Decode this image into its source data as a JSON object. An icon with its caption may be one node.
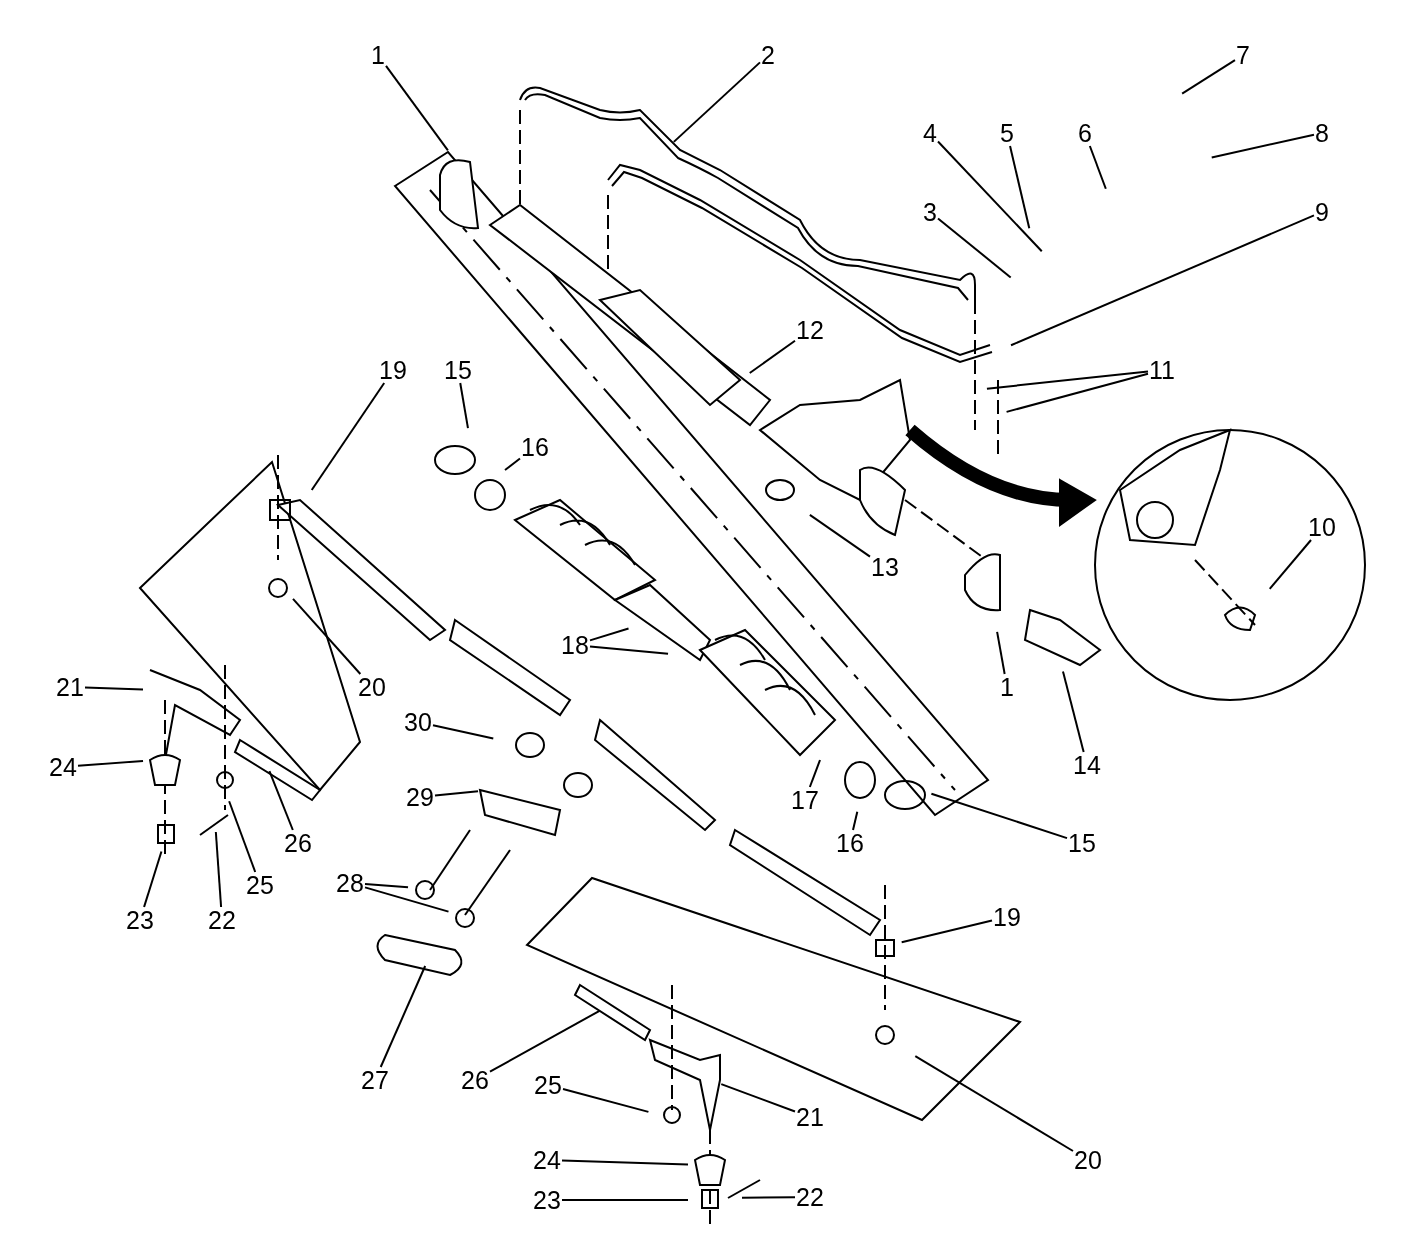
{
  "diagram": {
    "nodes": [
      {
        "text": [
          "1"
        ]
      },
      {
        "text": [
          "2"
        ]
      },
      {
        "text": [
          "7"
        ]
      },
      {
        "text": [
          "8"
        ]
      },
      {
        "text": [
          "4"
        ]
      },
      {
        "text": [
          "5"
        ]
      },
      {
        "text": [
          "6"
        ]
      },
      {
        "text": [
          "3"
        ]
      },
      {
        "text": [
          "9"
        ]
      },
      {
        "text": [
          "12"
        ]
      },
      {
        "text": [
          "11"
        ]
      },
      {
        "text": [
          "19"
        ]
      },
      {
        "text": [
          "15"
        ]
      },
      {
        "text": [
          "16"
        ]
      },
      {
        "text": [
          "10"
        ]
      },
      {
        "text": [
          "13"
        ]
      },
      {
        "text": [
          "18"
        ]
      },
      {
        "text": [
          "1"
        ]
      },
      {
        "text": [
          "21"
        ]
      },
      {
        "text": [
          "20"
        ]
      },
      {
        "text": [
          "14"
        ]
      },
      {
        "text": [
          "30"
        ]
      },
      {
        "text": [
          "24"
        ]
      },
      {
        "text": [
          "17"
        ]
      },
      {
        "text": [
          "29"
        ]
      },
      {
        "text": [
          "26"
        ]
      },
      {
        "text": [
          "16"
        ]
      },
      {
        "text": [
          "15"
        ]
      },
      {
        "text": [
          "25"
        ]
      },
      {
        "text": [
          "28"
        ]
      },
      {
        "text": [
          "23"
        ]
      },
      {
        "text": [
          "22"
        ]
      },
      {
        "text": [
          "19"
        ]
      },
      {
        "text": [
          "27"
        ]
      },
      {
        "text": [
          "26"
        ]
      },
      {
        "text": [
          "21"
        ]
      },
      {
        "text": [
          "25"
        ]
      },
      {
        "text": [
          "20"
        ]
      },
      {
        "text": [
          "24"
        ]
      },
      {
        "text": [
          "23"
        ]
      },
      {
        "text": [
          "22"
        ]
      }
    ],
    "edges": [
      {
        "from": 0,
        "to": null,
        "arrow": "none"
      },
      {
        "from": 1,
        "to": null,
        "arrow": "none"
      },
      {
        "from": 2,
        "to": null,
        "arrow": "none"
      },
      {
        "from": 3,
        "to": null,
        "arrow": "none"
      },
      {
        "from": 4,
        "to": null,
        "arrow": "none"
      },
      {
        "from": 5,
        "to": null,
        "arrow": "none"
      },
      {
        "from": 6,
        "to": null,
        "arrow": "none"
      },
      {
        "from": 7,
        "to": null,
        "arrow": "none"
      },
      {
        "from": 8,
        "to": null,
        "arrow": "none"
      },
      {
        "from": 9,
        "to": null,
        "arrow": "none"
      },
      {
        "from": 10,
        "to": null,
        "arrow": "none"
      },
      {
        "from": 10,
        "to": null,
        "arrow": "none"
      },
      {
        "from": 11,
        "to": null,
        "arrow": "none"
      },
      {
        "from": 12,
        "to": null,
        "arrow": "none"
      },
      {
        "from": 13,
        "to": null,
        "arrow": "none"
      },
      {
        "from": 14,
        "to": null,
        "arrow": "none"
      },
      {
        "from": 15,
        "to": null,
        "arrow": "none"
      },
      {
        "from": 16,
        "to": null,
        "arrow": "none"
      },
      {
        "from": 16,
        "to": null,
        "arrow": "none"
      },
      {
        "from": 17,
        "to": null,
        "arrow": "none"
      },
      {
        "from": 18,
        "to": null,
        "arrow": "none"
      },
      {
        "from": 19,
        "to": null,
        "arrow": "none"
      },
      {
        "from": 20,
        "to": null,
        "arrow": "none"
      },
      {
        "from": 21,
        "to": null,
        "arrow": "none"
      },
      {
        "from": 22,
        "to": null,
        "arrow": "none"
      },
      {
        "from": 23,
        "to": null,
        "arrow": "none"
      },
      {
        "from": 24,
        "to": null,
        "arrow": "none"
      },
      {
        "from": 25,
        "to": null,
        "arrow": "none"
      },
      {
        "from": 26,
        "to": null,
        "arrow": "none"
      },
      {
        "from": 27,
        "to": null,
        "arrow": "none"
      },
      {
        "from": 28,
        "to": null,
        "arrow": "none"
      },
      {
        "from": 29,
        "to": null,
        "arrow": "none"
      },
      {
        "from": 29,
        "to": null,
        "arrow": "none"
      },
      {
        "from": 30,
        "to": null,
        "arrow": "none"
      },
      {
        "from": 31,
        "to": null,
        "arrow": "none"
      },
      {
        "from": 32,
        "to": null,
        "arrow": "none"
      },
      {
        "from": 33,
        "to": null,
        "arrow": "none"
      },
      {
        "from": 34,
        "to": null,
        "arrow": "none"
      },
      {
        "from": 35,
        "to": null,
        "arrow": "none"
      },
      {
        "from": 36,
        "to": null,
        "arrow": "none"
      },
      {
        "from": 37,
        "to": null,
        "arrow": "none"
      },
      {
        "from": 38,
        "to": null,
        "arrow": "none"
      },
      {
        "from": 39,
        "to": null,
        "arrow": "none"
      },
      {
        "from": 40,
        "to": null,
        "arrow": "none"
      }
    ]
  }
}
